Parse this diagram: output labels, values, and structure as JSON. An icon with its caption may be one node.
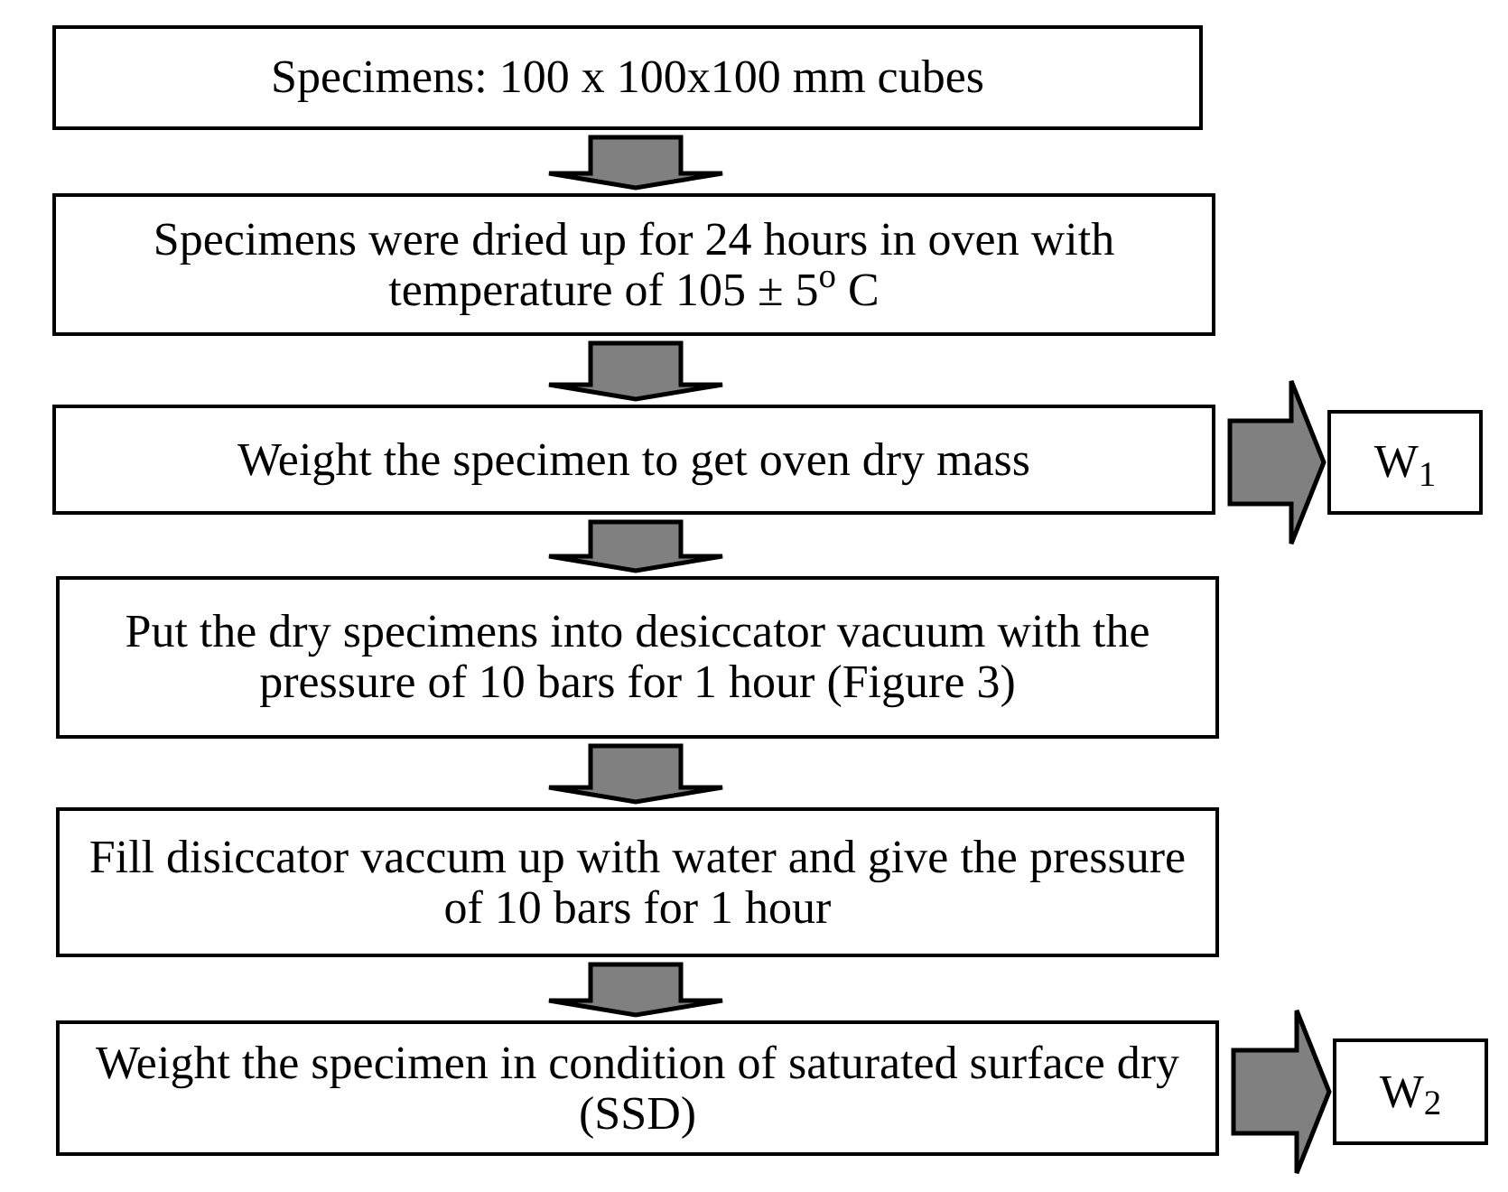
{
  "diagram": {
    "nodes": [
      {
        "text": [
          "Specimens: 100 x 100x100 mm cubes"
        ]
      },
      {
        "text": [
          "Specimens were dried up for 24 hours in oven with temperature of 105 ± 5$^{o}$ C"
        ]
      },
      {
        "text": [
          "Weight the specimen to get oven dry mass"
        ]
      },
      {
        "text": [
          "Put the dry specimens into desiccator vacuum with the pressure of 10 bars for 1 hour (Figure 3)"
        ]
      },
      {
        "text": [
          "Fill disiccator vaccum up with water and give the pressure of 10 bars for 1 hour"
        ]
      },
      {
        "text": [
          "Weight the specimen in condition of saturated surface dry (SSD)"
        ]
      },
      {
        "text": [
          "W$_{1}$"
        ]
      },
      {
        "text": [
          "W$_{2}$"
        ]
      }
    ],
    "edges": [
      {
        "from": 0,
        "to": 1,
        "arrow": "to"
      },
      {
        "from": 1,
        "to": 2,
        "arrow": "to"
      },
      {
        "from": 2,
        "to": 6,
        "arrow": "to"
      },
      {
        "from": 2,
        "to": 3,
        "arrow": "to"
      },
      {
        "from": 3,
        "to": 4,
        "arrow": "to"
      },
      {
        "from": 4,
        "to": 5,
        "arrow": "to"
      },
      {
        "from": 5,
        "to": 7,
        "arrow": "to"
      }
    ]
  }
}
